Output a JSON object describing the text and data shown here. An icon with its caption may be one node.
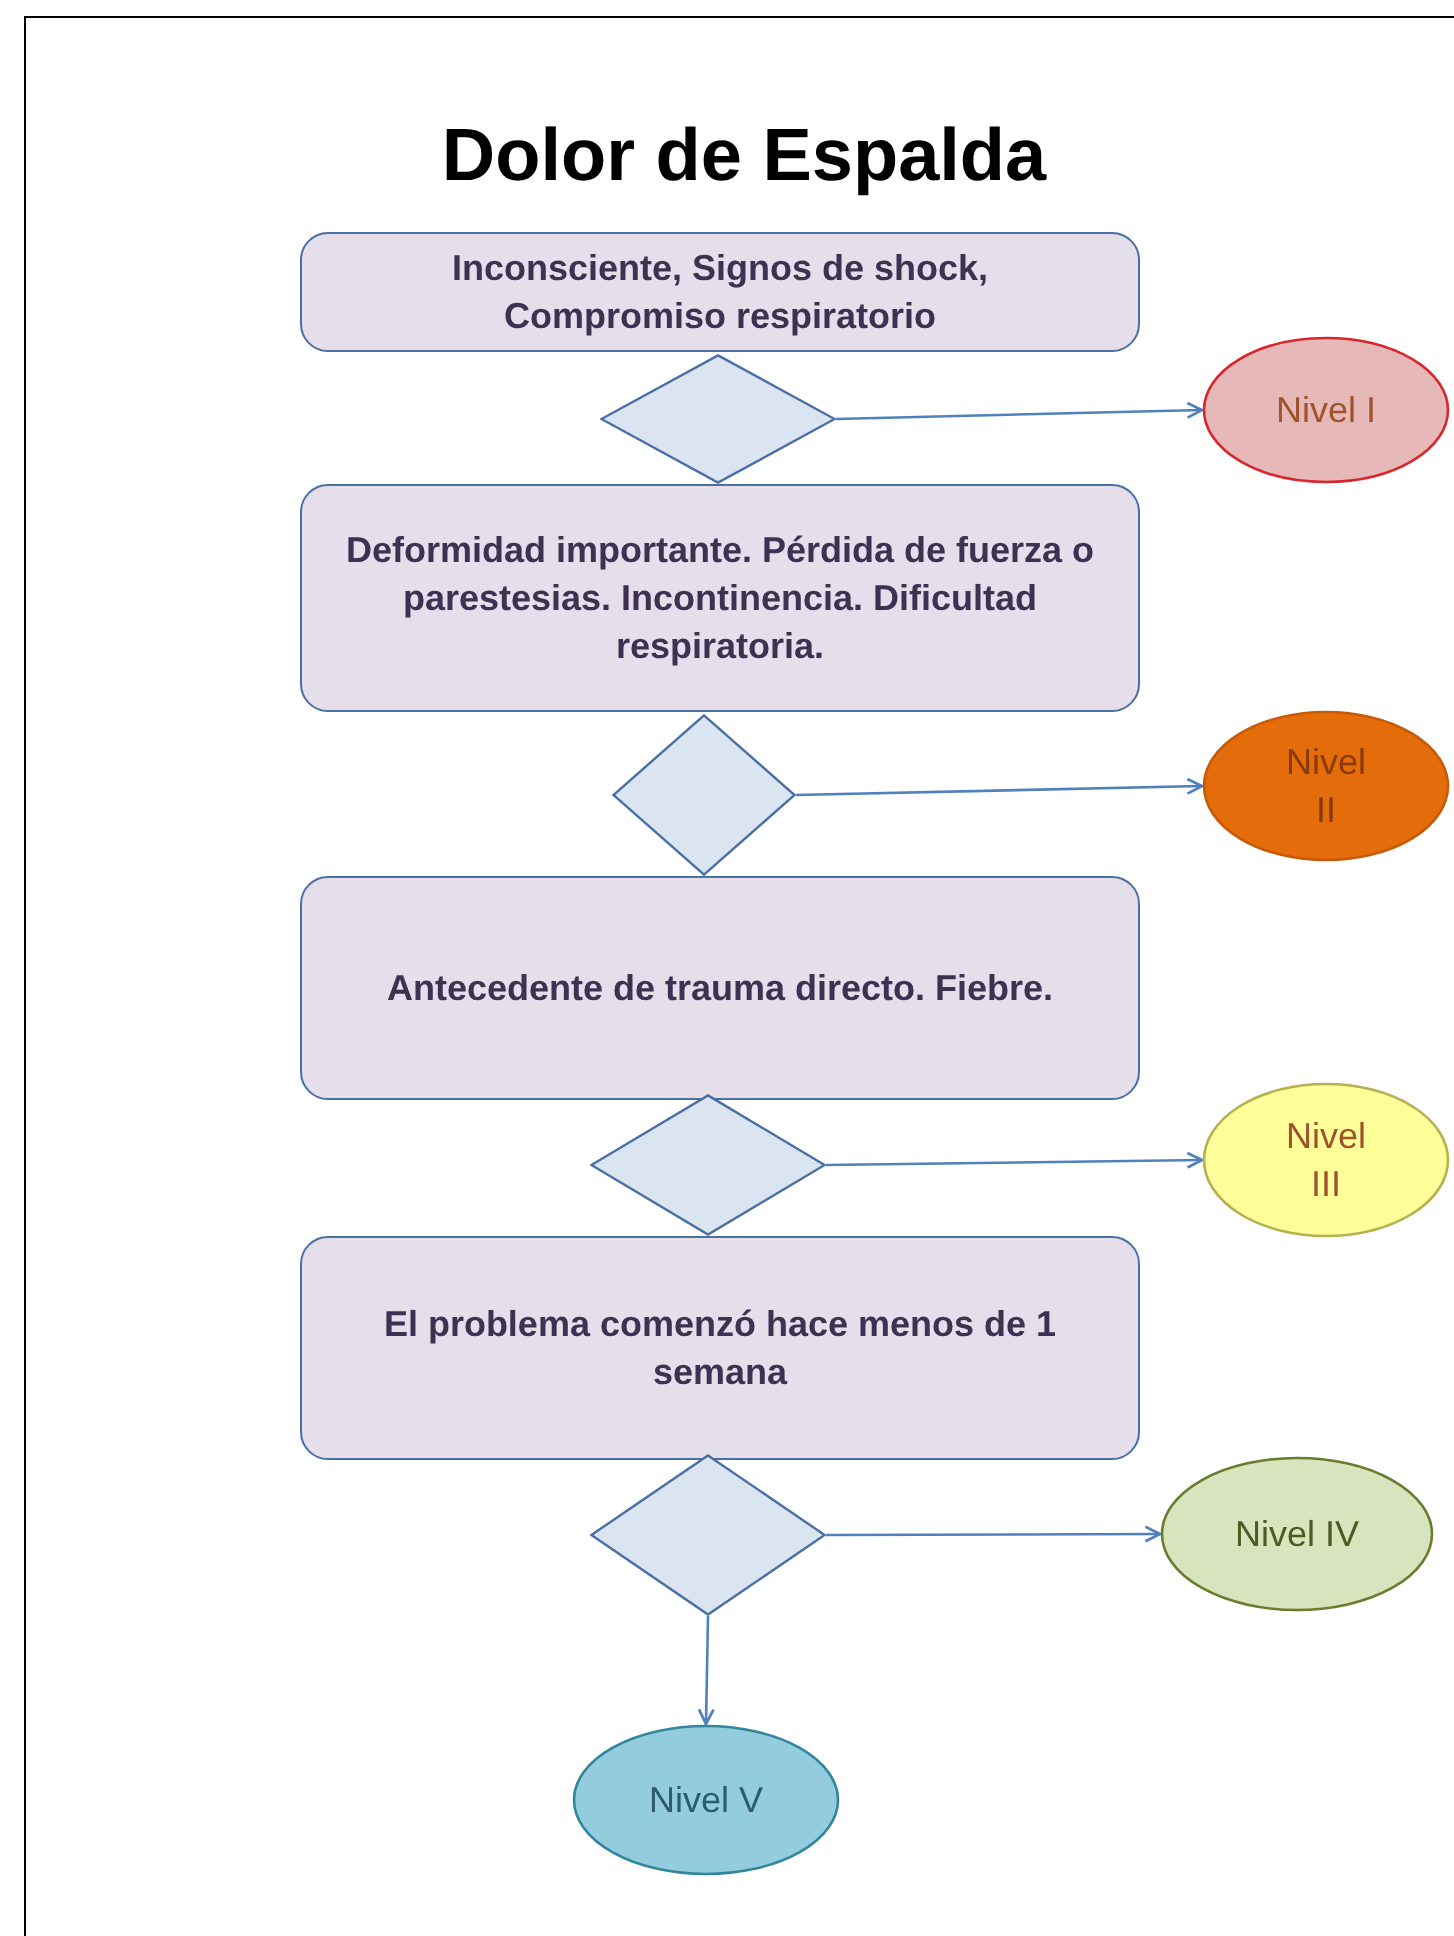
{
  "diagram": {
    "title": "Dolor de Espalda",
    "nodes": [
      {
        "text": [
          "Inconsciente, Signos de shock, Compromiso respiratorio"
        ]
      },
      {
        "text": [],
        "shape": "diamond"
      },
      {
        "text": [
          "Nivel I"
        ]
      },
      {
        "text": [
          "Deformidad importante. Pérdida de fuerza o parestesias. Incontinencia. Dificultad respiratoria."
        ]
      },
      {
        "text": [],
        "shape": "diamond"
      },
      {
        "text": [
          "Nivel II"
        ]
      },
      {
        "text": [
          "Antecedente de trauma directo. Fiebre."
        ]
      },
      {
        "text": [],
        "shape": "diamond"
      },
      {
        "text": [
          "Nivel III"
        ]
      },
      {
        "text": [
          "El problema comenzó hace menos de 1 semana"
        ]
      },
      {
        "text": [],
        "shape": "diamond"
      },
      {
        "text": [
          "Nivel IV"
        ]
      },
      {
        "text": [
          "Nivel V"
        ]
      }
    ],
    "edges": [
      {
        "from": 1,
        "to": 2,
        "arrow": "to"
      },
      {
        "from": 4,
        "to": 5,
        "arrow": "to"
      },
      {
        "from": 7,
        "to": 8,
        "arrow": "to"
      },
      {
        "from": 10,
        "to": 11,
        "arrow": "to"
      },
      {
        "from": 10,
        "to": 12,
        "arrow": "to"
      }
    ]
  }
}
